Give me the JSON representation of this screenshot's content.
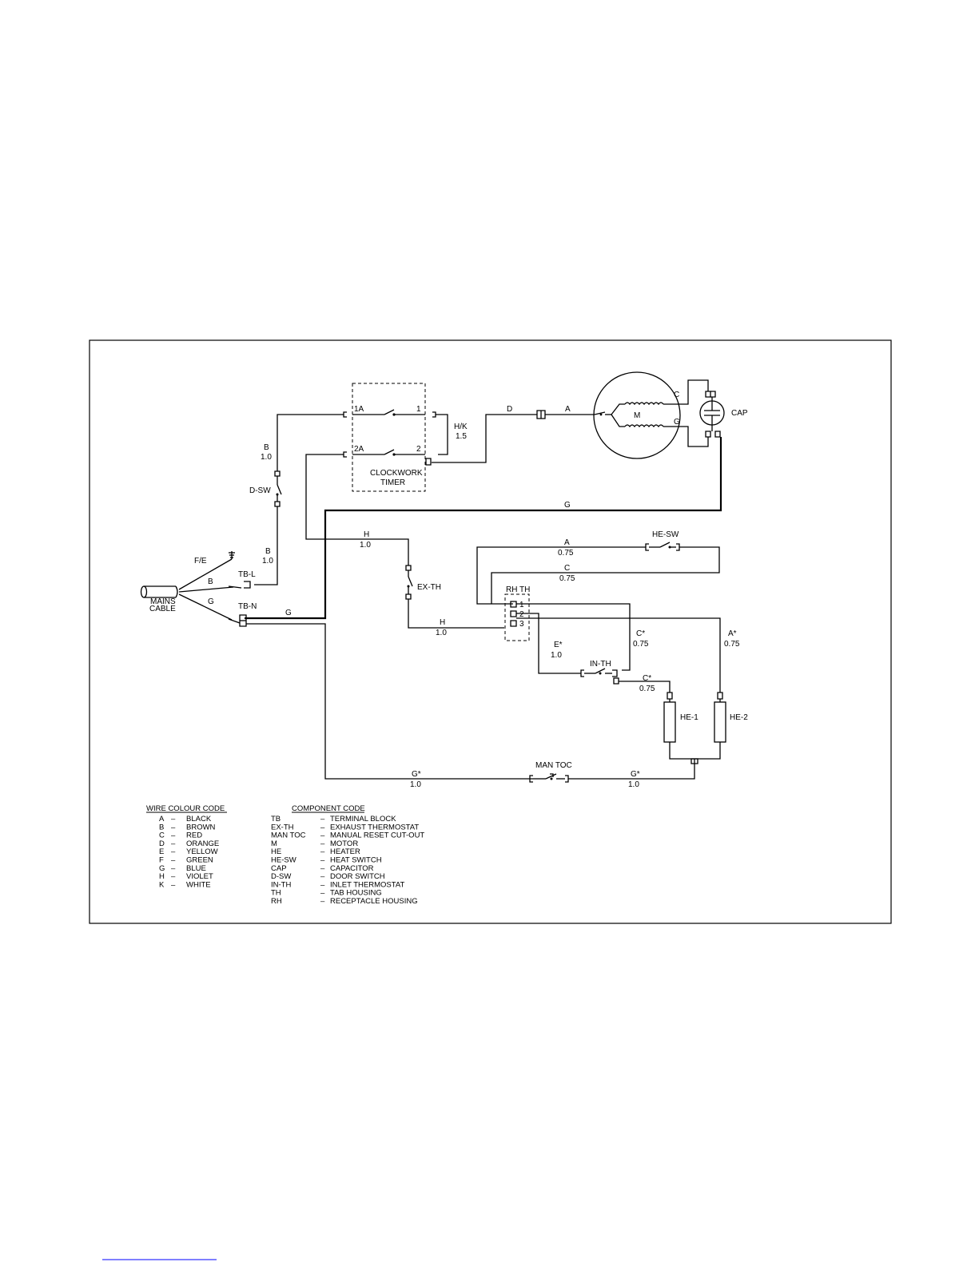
{
  "labels": {
    "clockwork_timer": [
      "CLOCKWORK",
      "TIMER"
    ],
    "timer_t1a": "1A",
    "timer_t1": "1",
    "timer_t2a": "2A",
    "timer_t2": "2",
    "hk": "H/K",
    "hk_size": "1.5",
    "b_upper": "B",
    "b_upper_size": "1.0",
    "b_lower": "B",
    "b_lower_size": "1.0",
    "d_sw": "D-SW",
    "d_wire": "D",
    "a_wire_motor": "A",
    "motor": "M",
    "motor_c": "C",
    "motor_g": "G",
    "cap": "CAP",
    "g_top": "G",
    "h_upper": "H",
    "h_upper_size": "1.0",
    "ex_th": "EX-TH",
    "h_lower": "H",
    "h_lower_size": "1.0",
    "fe": "F/E",
    "tb_l": "TB-L",
    "tb_n": "TB-N",
    "mains_b": "B",
    "mains_g": "G",
    "mains_cable": [
      "MAINS",
      "CABLE"
    ],
    "g_mid": "G",
    "he_sw": "HE-SW",
    "a_heat": "A",
    "a_heat_size": "0.75",
    "c_heat": "C",
    "c_heat_size": "0.75",
    "rh_th": "RH TH",
    "pin1": "1",
    "pin2": "2",
    "pin3": "3",
    "c_star": "C*",
    "c_star_size": "0.75",
    "a_star": "A*",
    "a_star_size": "0.75",
    "e_star": "E*",
    "e_star_size": "1.0",
    "in_th": "IN-TH",
    "c_star2": "C*",
    "c_star2_size": "0.75",
    "he1": "HE-1",
    "he2": "HE-2",
    "man_toc": "MAN TOC",
    "g_star_left": "G*",
    "g_star_left_size": "1.0",
    "g_star_right": "G*",
    "g_star_right_size": "1.0"
  },
  "wire_colour_code": {
    "title": "WIRE COLOUR CODE",
    "rows": [
      {
        "code": "A",
        "dash": "–",
        "name": "BLACK"
      },
      {
        "code": "B",
        "dash": "–",
        "name": "BROWN"
      },
      {
        "code": "C",
        "dash": "–",
        "name": "RED"
      },
      {
        "code": "D",
        "dash": "–",
        "name": "ORANGE"
      },
      {
        "code": "E",
        "dash": "–",
        "name": "YELLOW"
      },
      {
        "code": "F",
        "dash": "–",
        "name": "GREEN"
      },
      {
        "code": "G",
        "dash": "–",
        "name": "BLUE"
      },
      {
        "code": "H",
        "dash": "–",
        "name": "VIOLET"
      },
      {
        "code": "K",
        "dash": "–",
        "name": "WHITE"
      }
    ]
  },
  "component_code": {
    "title": "COMPONENT CODE",
    "rows": [
      {
        "code": "TB",
        "dash": "–",
        "name": "TERMINAL BLOCK"
      },
      {
        "code": "EX-TH",
        "dash": "–",
        "name": "EXHAUST THERMOSTAT"
      },
      {
        "code": "MAN TOC",
        "dash": "–",
        "name": "MANUAL RESET CUT-OUT"
      },
      {
        "code": "M",
        "dash": "–",
        "name": "MOTOR"
      },
      {
        "code": "HE",
        "dash": "–",
        "name": "HEATER"
      },
      {
        "code": "HE-SW",
        "dash": "–",
        "name": "HEAT SWITCH"
      },
      {
        "code": "CAP",
        "dash": "–",
        "name": "CAPACITOR"
      },
      {
        "code": "D-SW",
        "dash": "–",
        "name": "DOOR SWITCH"
      },
      {
        "code": "IN-TH",
        "dash": "–",
        "name": "INLET THERMOSTAT"
      },
      {
        "code": "TH",
        "dash": "–",
        "name": "TAB HOUSING"
      },
      {
        "code": "RH",
        "dash": "–",
        "name": "RECEPTACLE HOUSING"
      }
    ]
  },
  "colors": {
    "ink": "#000000",
    "paper": "#ffffff",
    "link_underline": "#0000ff"
  }
}
